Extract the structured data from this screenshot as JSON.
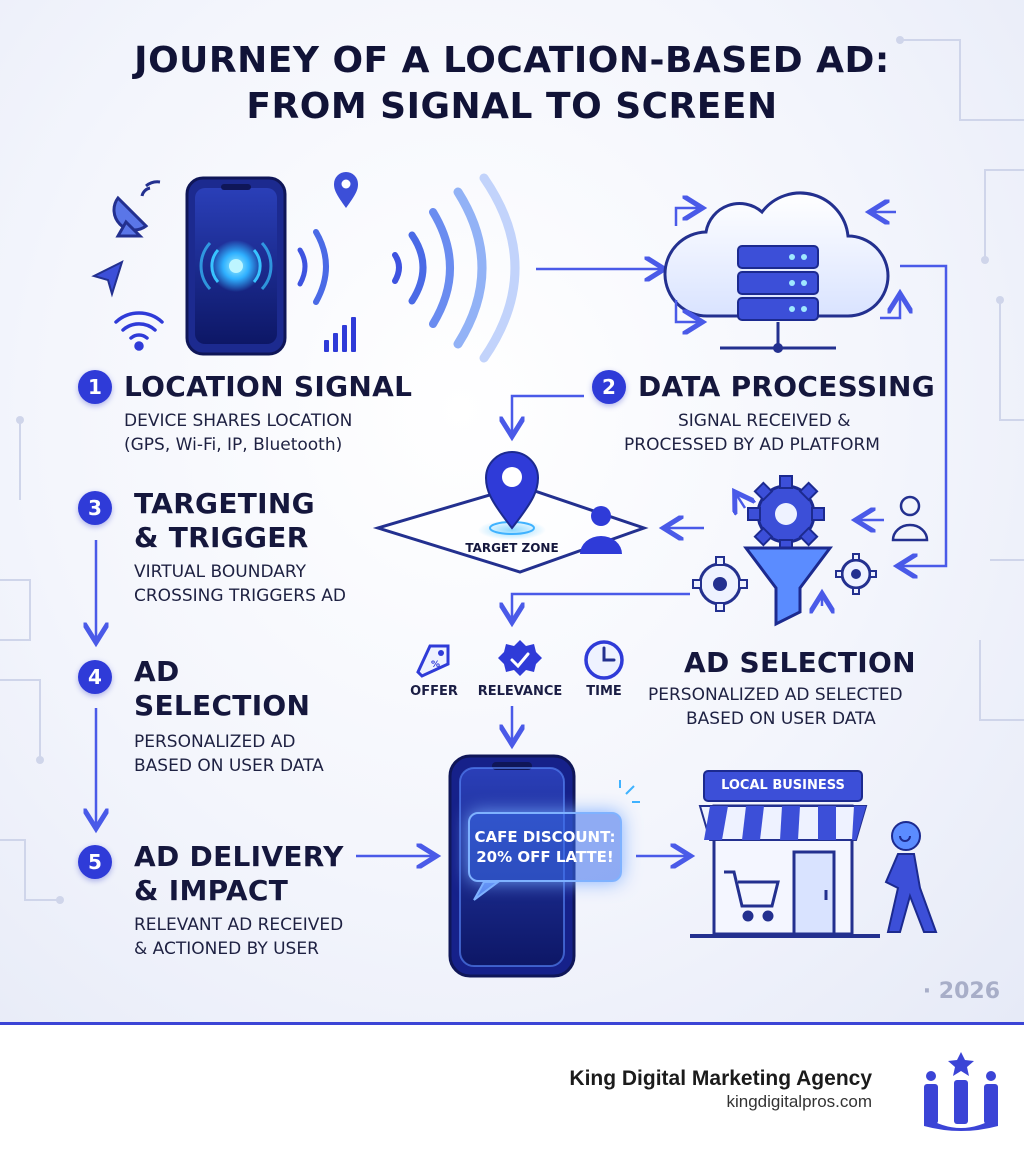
{
  "title": {
    "line1": "JOURNEY OF A LOCATION-BASED AD:",
    "line2": "FROM SIGNAL TO SCREEN"
  },
  "steps": [
    {
      "number": "1",
      "heading": "LOCATION SIGNAL",
      "desc_line1": "DEVICE SHARES LOCATION",
      "desc_line2": "(GPS, Wi-Fi, IP, Bluetooth)"
    },
    {
      "number": "2",
      "heading": "DATA PROCESSING",
      "desc_line1": "SIGNAL RECEIVED &",
      "desc_line2": "PROCESSED BY AD PLATFORM"
    },
    {
      "number": "3",
      "heading_line1": "TARGETING",
      "heading_line2": "& TRIGGER",
      "desc_line1": "VIRTUAL BOUNDARY",
      "desc_line2": "CROSSING TRIGGERS AD"
    },
    {
      "number": "4",
      "heading_line1": "AD",
      "heading_line2": "SELECTION",
      "desc_line1": "PERSONALIZED AD",
      "desc_line2": "BASED ON USER DATA"
    },
    {
      "number": "5",
      "heading_line1": "AD DELIVERY",
      "heading_line2": "& IMPACT",
      "desc_line1": "RELEVANT AD RECEIVED",
      "desc_line2": "& ACTIONED BY USER"
    }
  ],
  "ad_selection": {
    "heading": "AD SELECTION",
    "desc_line1": "PERSONALIZED AD SELECTED",
    "desc_line2": "BASED ON USER DATA"
  },
  "factors": [
    {
      "label": "OFFER",
      "icon": "tag-icon"
    },
    {
      "label": "RELEVANCE",
      "icon": "check-badge-icon"
    },
    {
      "label": "TIME",
      "icon": "clock-icon"
    }
  ],
  "target_zone_label": "TARGET ZONE",
  "ad_bubble": {
    "line1": "CAFE DISCOUNT:",
    "line2": "20% OFF LATTE!"
  },
  "store_sign": "LOCAL BUSINESS",
  "year": "· 2026",
  "footer": {
    "company": "King Digital Marketing Agency",
    "website": "kingdigitalpros.com"
  },
  "colors": {
    "accent": "#2f3bd8",
    "accent_light": "#5b8cff",
    "ink": "#15173d",
    "glow": "#3fb2ff"
  },
  "icons": [
    "satellite-dish-icon",
    "navigation-arrow-icon",
    "wifi-icon",
    "map-pin-icon",
    "signal-bars-icon",
    "cloud-server-icon",
    "gears-icon",
    "funnel-icon",
    "user-icon",
    "shopping-cart-icon",
    "store-icon",
    "walking-person-icon",
    "crown-logo-icon"
  ]
}
